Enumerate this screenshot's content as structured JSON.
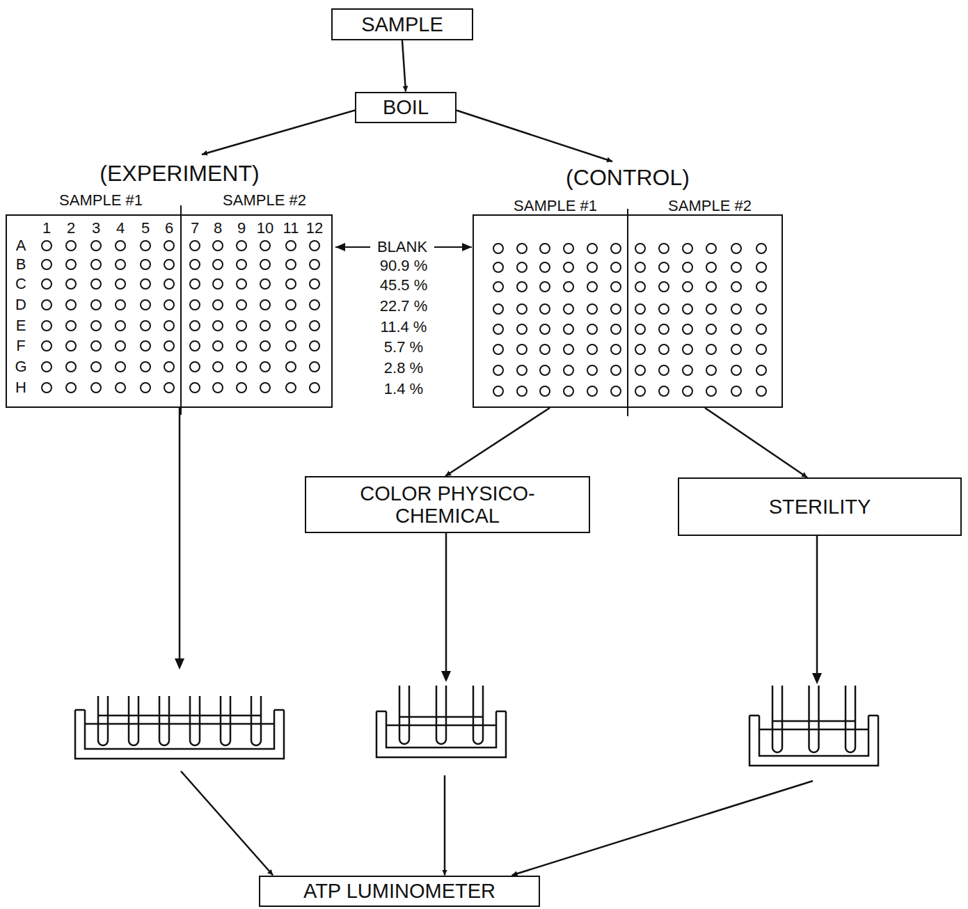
{
  "diagram": {
    "nodes": [
      {
        "text": [
          "SAMPLE"
        ]
      },
      {
        "text": [
          "BOIL"
        ]
      },
      {
        "text": [
          "(EXPERIMENT)",
          "SAMPLE #1",
          "SAMPLE #2"
        ]
      },
      {
        "text": [
          "(CONTROL)",
          "SAMPLE #1",
          "SAMPLE #2"
        ]
      },
      {
        "text": [
          "COLOR PHYSICO-CHEMICAL"
        ]
      },
      {
        "text": [
          "STERILITY"
        ]
      },
      {
        "text": [
          "ATP LUMINOMETER"
        ]
      }
    ],
    "edges": [
      {
        "from": 0,
        "to": 1,
        "arrow": "to"
      },
      {
        "from": 1,
        "to": 2,
        "arrow": "to"
      },
      {
        "from": 1,
        "to": 3,
        "arrow": "to"
      },
      {
        "from": 3,
        "to": 4,
        "arrow": "to"
      },
      {
        "from": 3,
        "to": 5,
        "arrow": "to"
      },
      {
        "from": 2,
        "to": 6,
        "arrow": "to"
      },
      {
        "from": 4,
        "to": 6,
        "arrow": "to"
      },
      {
        "from": 5,
        "to": 6,
        "arrow": "to"
      }
    ],
    "labels": [
      "1",
      "2",
      "3",
      "4",
      "5",
      "6",
      "7",
      "8",
      "9",
      "10",
      "11",
      "12",
      "A",
      "B",
      "C",
      "D",
      "E",
      "F",
      "G",
      "H",
      "BLANK",
      "90.9 %",
      "45.5 %",
      "22.7 %",
      "11.4 %",
      "5.7 %",
      "2.8 %",
      "1.4 %"
    ]
  }
}
